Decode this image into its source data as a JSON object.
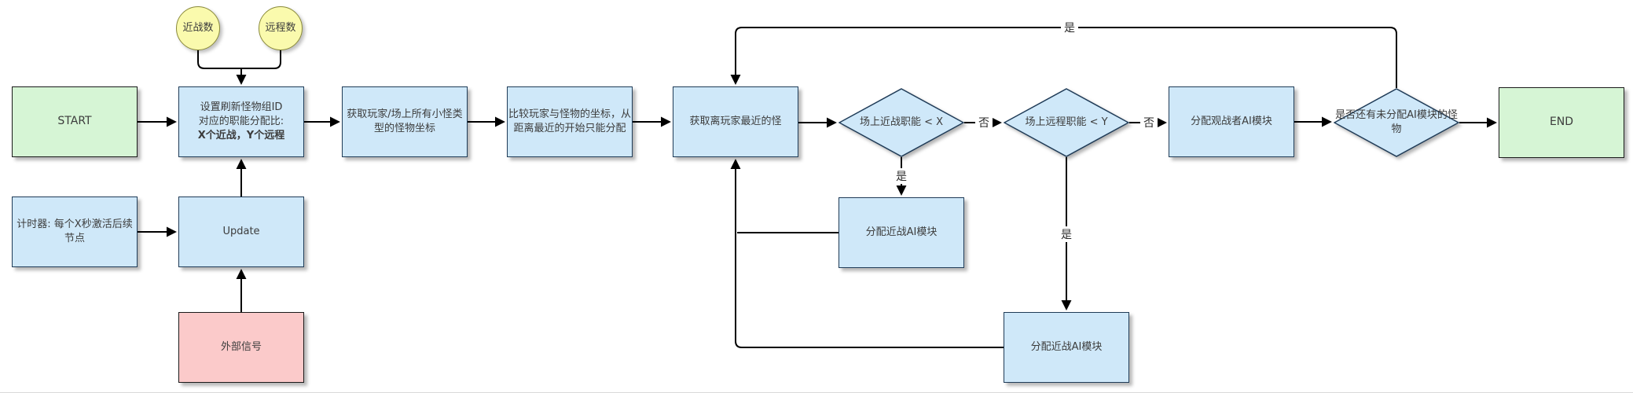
{
  "diagram_title": "monster-ai-assignment-flowchart",
  "colors": {
    "process_fill": "#cfe8f9",
    "process_border": "#1f3b57",
    "terminal_fill": "#d6f5d5",
    "signal_fill": "#fbcaca",
    "data_fill": "#fafaad",
    "data_border": "#8a8a3a",
    "connector": "#000000",
    "text": "#3c3c3c"
  },
  "nodes": {
    "start": {
      "label": "START"
    },
    "melee_count": {
      "label": "近战数"
    },
    "ranged_count": {
      "label": "远程数"
    },
    "setup": {
      "line1": "设置刷新怪物组ID",
      "line2": "对应的职能分配比:",
      "line3": "X个近战，Y个远程"
    },
    "timer": {
      "label": "计时器: 每个X秒激活后续\n节点"
    },
    "update": {
      "label": "Update"
    },
    "external_signal": {
      "label": "外部信号"
    },
    "get_coords": {
      "label": "获取玩家/场上所有小怪类\n型的怪物坐标"
    },
    "compare": {
      "label": "比较玩家与怪物的坐标，从\n距离最近的开始只能分配"
    },
    "get_nearest": {
      "label": "获取离玩家最近的怪"
    },
    "melee_check": {
      "label": "场上近战职能 < X"
    },
    "ranged_check": {
      "label": "场上远程职能 < Y"
    },
    "assign_melee_1": {
      "label": "分配近战AI模块"
    },
    "assign_melee_2": {
      "label": "分配近战AI模块"
    },
    "assign_spectator": {
      "label": "分配观战者AI模块"
    },
    "remaining_check": {
      "label": "是否还有未分配AI模块的怪\n物"
    },
    "end": {
      "label": "END"
    }
  },
  "edge_labels": {
    "melee_yes": "是",
    "melee_no": "否",
    "ranged_yes": "是",
    "ranged_no": "否",
    "loop_yes": "是"
  }
}
